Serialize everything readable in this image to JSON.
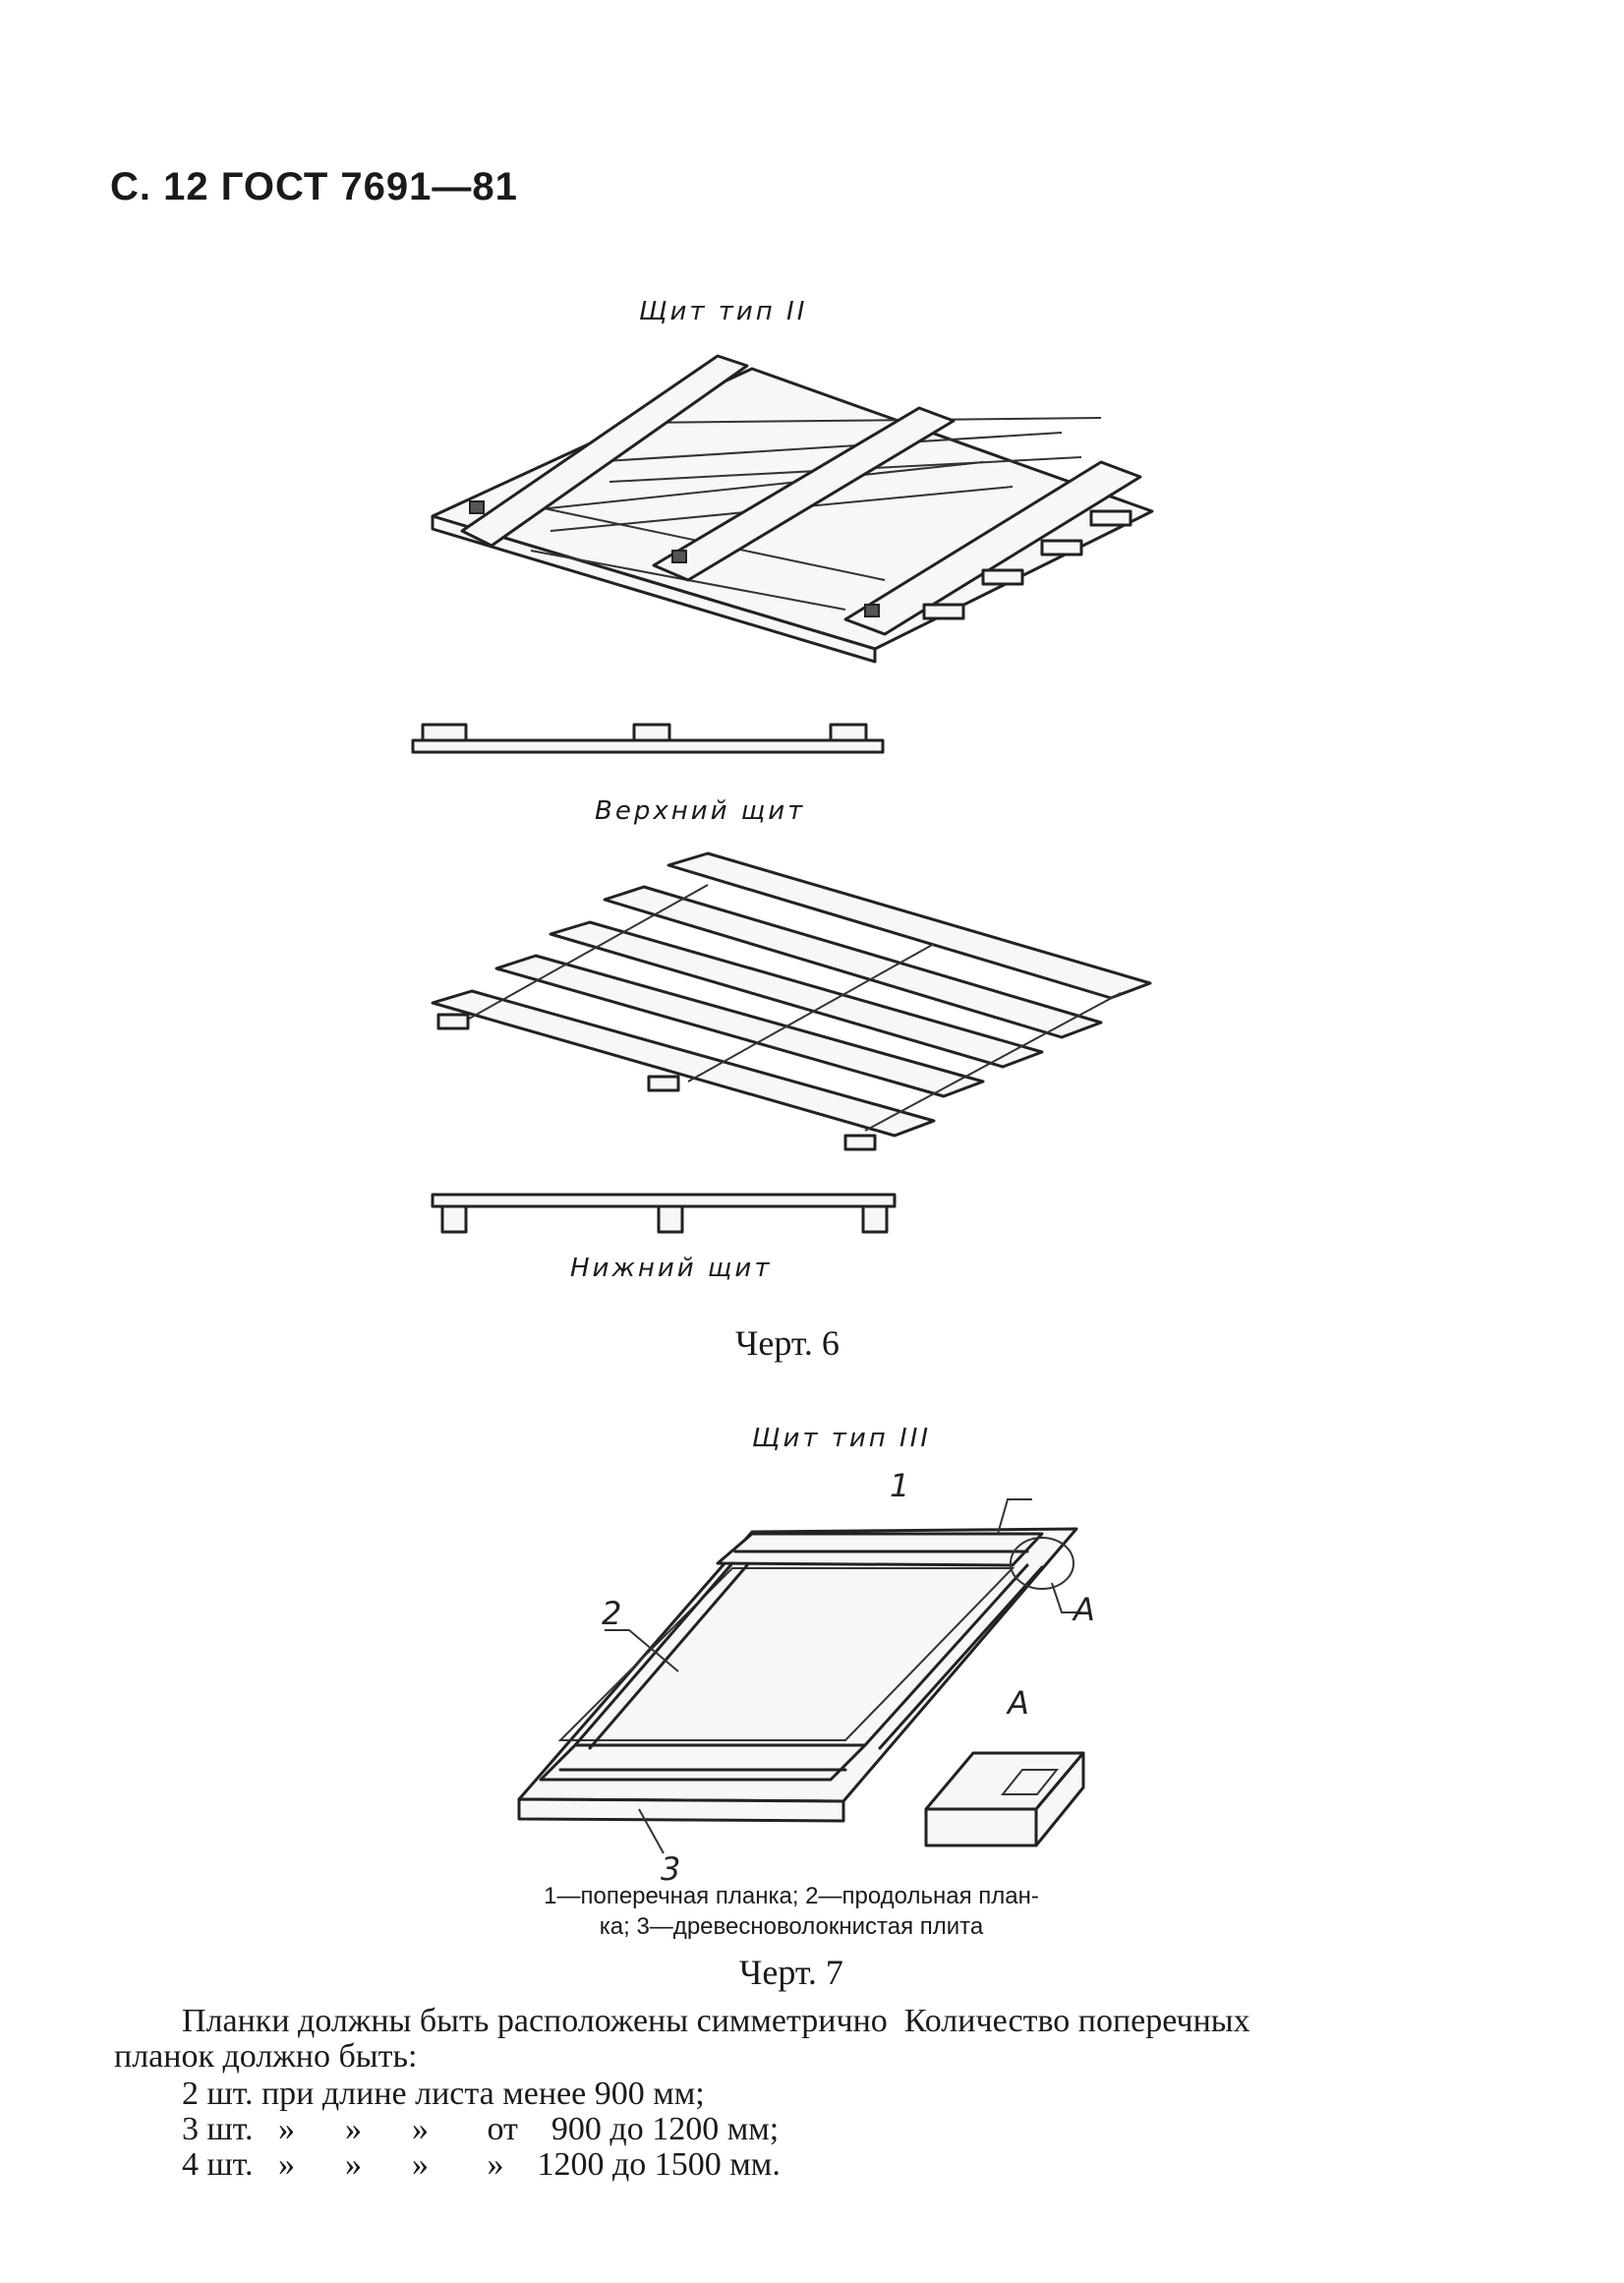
{
  "header": "С. 12 ГОСТ 7691—81",
  "figure6": {
    "title": "Щит тип II",
    "top_label": "Верхний щит",
    "bottom_label": "Нижний щит",
    "caption": "Черт. 6"
  },
  "figure7": {
    "title": "Щит тип III",
    "callouts": [
      "1",
      "2",
      "3",
      "А"
    ],
    "detail_label": "А",
    "legend_line1": "1—поперечная планка; 2—продольная план-",
    "legend_line2": "ка; 3—древесноволокнистая плита",
    "caption": "Черт. 7"
  },
  "paragraph": {
    "line1": "Планки должны быть расположены симметрично  Количество поперечных",
    "line2": "планок должно быть:",
    "line3": "2 шт. при длине листа менее 900 мм;",
    "line4": "3 шт.   »      »      »       от    900 до 1200 мм;",
    "line5": "4 шт.   »      »      »       »    1200 до 1500 мм."
  }
}
